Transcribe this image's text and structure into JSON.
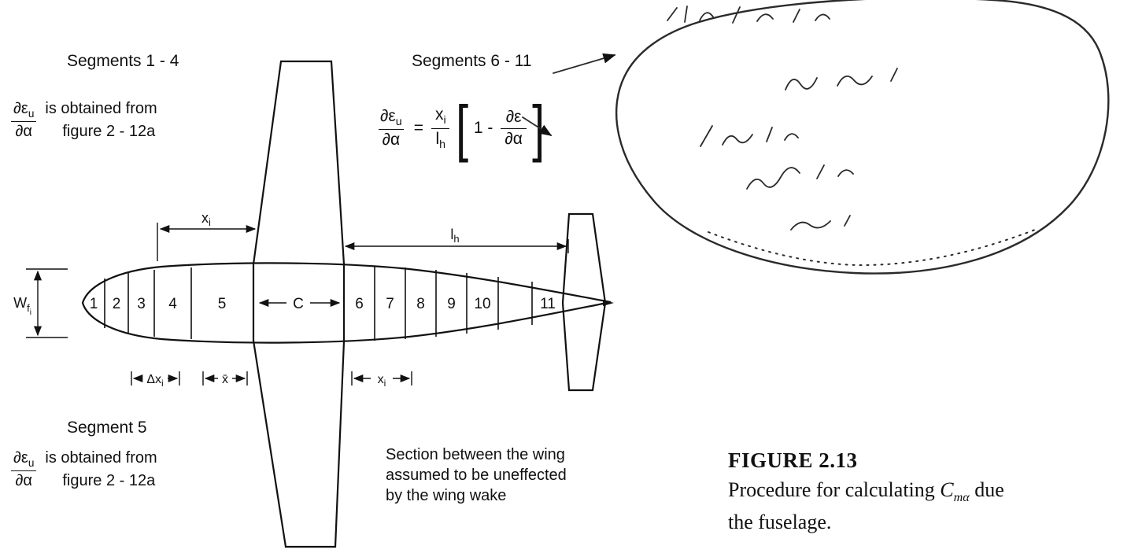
{
  "figure_caption": {
    "label": "FIGURE 2.13",
    "line1_pre": "Procedure for calculating ",
    "math_c": "C",
    "math_sub": "mα",
    "line1_post": " due",
    "line2": "the fuselage."
  },
  "notes": {
    "seg14_title": "Segments 1 - 4",
    "seg611_title": "Segments 6 - 11",
    "seg5_title": "Segment 5",
    "obtained_line1": "is obtained from",
    "obtained_line2": "figure 2 - 12a",
    "section_line1": "Section between the wing",
    "section_line2": "assumed to be uneffected",
    "section_line3": "by the wing wake"
  },
  "math": {
    "deps_num": "∂ε",
    "deps_sub_u": "u",
    "dalpha": "∂α",
    "equals": "=",
    "x": "x",
    "sub_i": "i",
    "l": "l",
    "sub_h": "h",
    "one_minus": "1 -",
    "lbracket": "[",
    "rbracket": "]"
  },
  "diagram": {
    "segments": [
      "1",
      "2",
      "3",
      "4",
      "5",
      "6",
      "7",
      "8",
      "9",
      "10",
      "11"
    ],
    "chord_label": "C",
    "xi_label": "x",
    "xi_sub": "i",
    "lh_label": "l",
    "lh_sub": "h",
    "wf_label": "W",
    "wf_sub": "f",
    "wf_subsub": "i",
    "dxi_label": "Δx",
    "dxi_sub": "i",
    "xbar_label": "x̄"
  }
}
